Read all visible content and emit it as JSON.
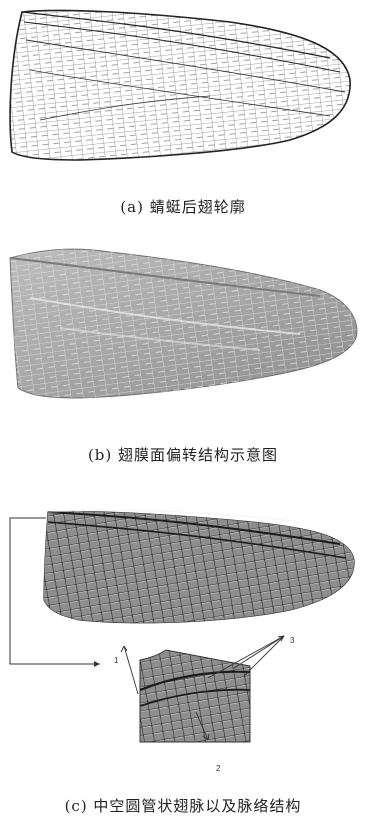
{
  "figure": {
    "panel_a": {
      "caption": "(a) 蜻蜓后翅轮廓"
    },
    "panel_b": {
      "caption": "(b) 翅膜面偏转结构示意图"
    },
    "panel_c": {
      "caption": "(c) 中空圆管状翅脉以及脉络结构",
      "callouts": [
        "1",
        "2",
        "3"
      ]
    }
  },
  "colors": {
    "outline": "#333333",
    "membrane_gray": "#9a9a9a",
    "membrane_light": "#d8d8d8",
    "vein_dark": "#2a2a2a"
  }
}
